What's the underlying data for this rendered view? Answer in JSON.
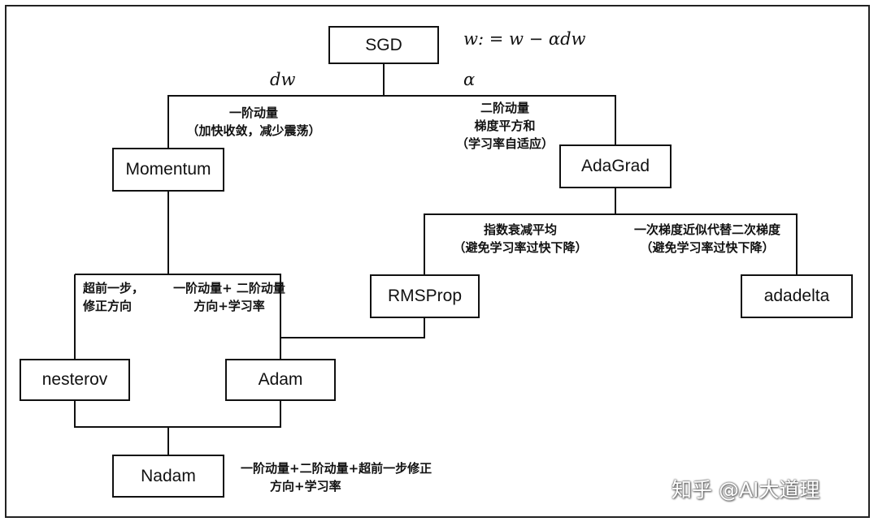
{
  "formula": "w: = w − αdw",
  "branch_left_symbol": "dw",
  "branch_right_symbol": "α",
  "nodes": {
    "sgd": "SGD",
    "momentum": "Momentum",
    "adagrad": "AdaGrad",
    "rmsprop": "RMSProp",
    "adadelta": "adadelta",
    "nesterov": "nesterov",
    "adam": "Adam",
    "nadam": "Nadam"
  },
  "annotations": {
    "momentum_line1": "一阶动量",
    "momentum_line2": "（加快收敛，减少震荡）",
    "adagrad_line1": "二阶动量",
    "adagrad_line2": "梯度平方和",
    "adagrad_line3": "（学习率自适应）",
    "rmsprop_line1": "指数衰减平均",
    "rmsprop_line2": "（避免学习率过快下降）",
    "adadelta_line1": "一次梯度近似代替二次梯度",
    "adadelta_line2": "（避免学习率过快下降）",
    "nesterov_line1": "超前一步，",
    "nesterov_line2": "修正方向",
    "adam_line1": "一阶动量+ 二阶动量",
    "adam_line2": "方向+学习率",
    "nadam_line1": "一阶动量+二阶动量+超前一步修正",
    "nadam_line2": "方向+学习率"
  },
  "watermark": "知乎 @AI大道理"
}
